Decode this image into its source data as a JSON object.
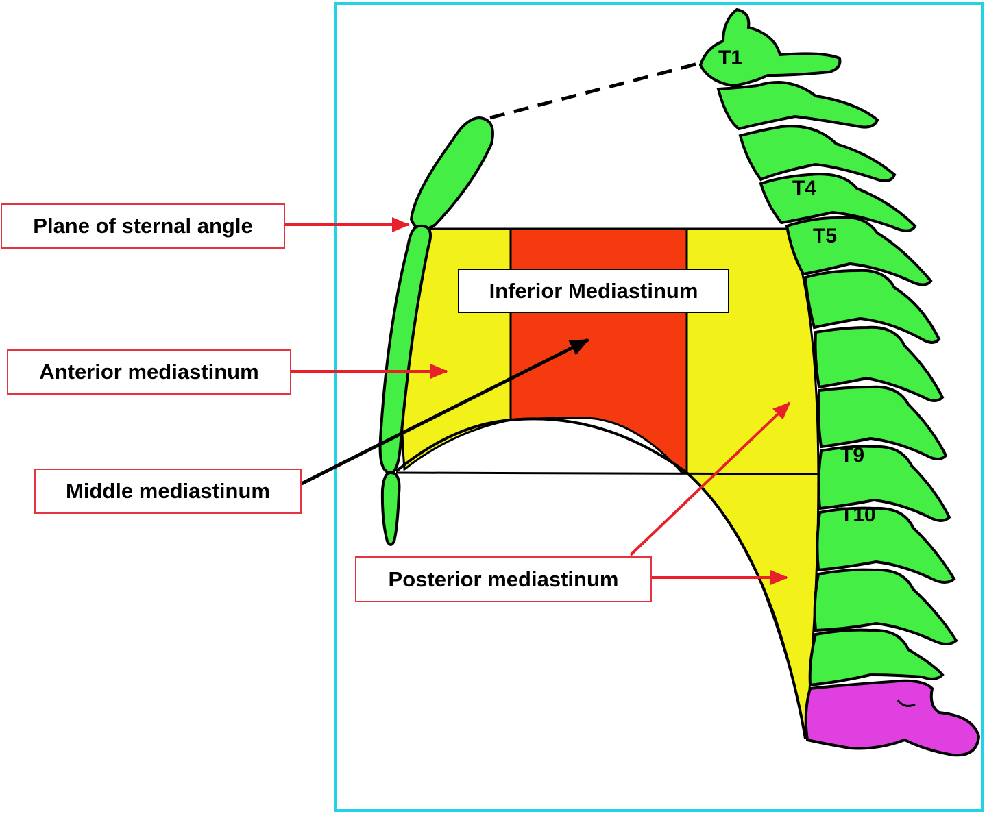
{
  "labels": {
    "plane_sternal_angle": "Plane of sternal angle",
    "anterior": "Anterior mediastinum",
    "middle": "Middle mediastinum",
    "posterior": "Posterior mediastinum",
    "inferior": "Inferior Mediastinum"
  },
  "vertebrae": {
    "t1": "T1",
    "t4": "T4",
    "t5": "T5",
    "t9": "T9",
    "t10": "T10"
  },
  "colors": {
    "frame": "#22d3e6",
    "bone": "#44ee44",
    "region_yellow": "#f2f21a",
    "region_red": "#f63a10",
    "sacrum": "#e040e0",
    "arrow_red": "#e8202a",
    "arrow_black": "#000000"
  }
}
